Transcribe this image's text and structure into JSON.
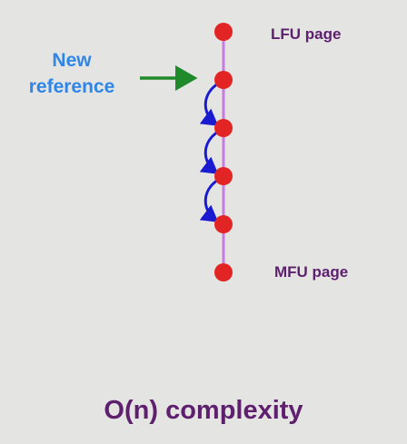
{
  "new_reference": {
    "line1": "New",
    "line2": "reference"
  },
  "labels": {
    "lfu": "LFU page",
    "mfu": "MFU page"
  },
  "caption": "O(n) complexity",
  "list": {
    "node_count": 6,
    "traversal_hops": 3
  },
  "colors": {
    "background": "#e4e4e2",
    "list_line": "#c77be0",
    "node": "#e32424",
    "incoming_arrow": "#1f8a2a",
    "traversal_arrow": "#1a1ad0",
    "new_reference_text": "#2f86e6",
    "label_text": "#5d1f6e"
  }
}
